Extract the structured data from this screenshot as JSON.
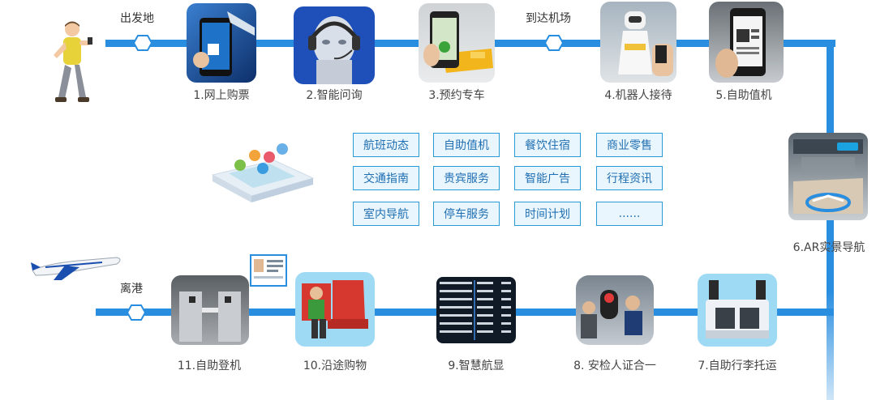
{
  "stations": {
    "departure": "出发地",
    "arrival": "到达机场",
    "leaving": "离港"
  },
  "steps": [
    {
      "label": "1.网上购票",
      "icon": "phone-ticket-icon"
    },
    {
      "label": "2.智能问询",
      "icon": "ai-head-icon"
    },
    {
      "label": "3.预约专车",
      "icon": "taxi-app-icon"
    },
    {
      "label": "4.机器人接待",
      "icon": "robot-icon"
    },
    {
      "label": "5.自助值机",
      "icon": "boarding-pass-phone-icon"
    },
    {
      "label": "6.AR实景导航",
      "icon": "ar-navigation-icon"
    },
    {
      "label": "7.自助行李托运",
      "icon": "baggage-kiosk-icon"
    },
    {
      "label": "8. 安检人证合一",
      "icon": "security-check-icon"
    },
    {
      "label": "9.智慧航显",
      "icon": "flight-display-icon"
    },
    {
      "label": "10.沿途购物",
      "icon": "shopping-seat-icon"
    },
    {
      "label": "11.自助登机",
      "icon": "boarding-gate-icon"
    }
  ],
  "services": [
    "航班动态",
    "自助值机",
    "餐饮住宿",
    "商业零售",
    "交通指南",
    "贵宾服务",
    "智能广告",
    "行程资讯",
    "室内导航",
    "停车服务",
    "时间计划",
    "......"
  ],
  "colors": {
    "track": "#2a8ee0",
    "button_border": "#2a9ad8",
    "button_fill": "#eaf6fd"
  }
}
